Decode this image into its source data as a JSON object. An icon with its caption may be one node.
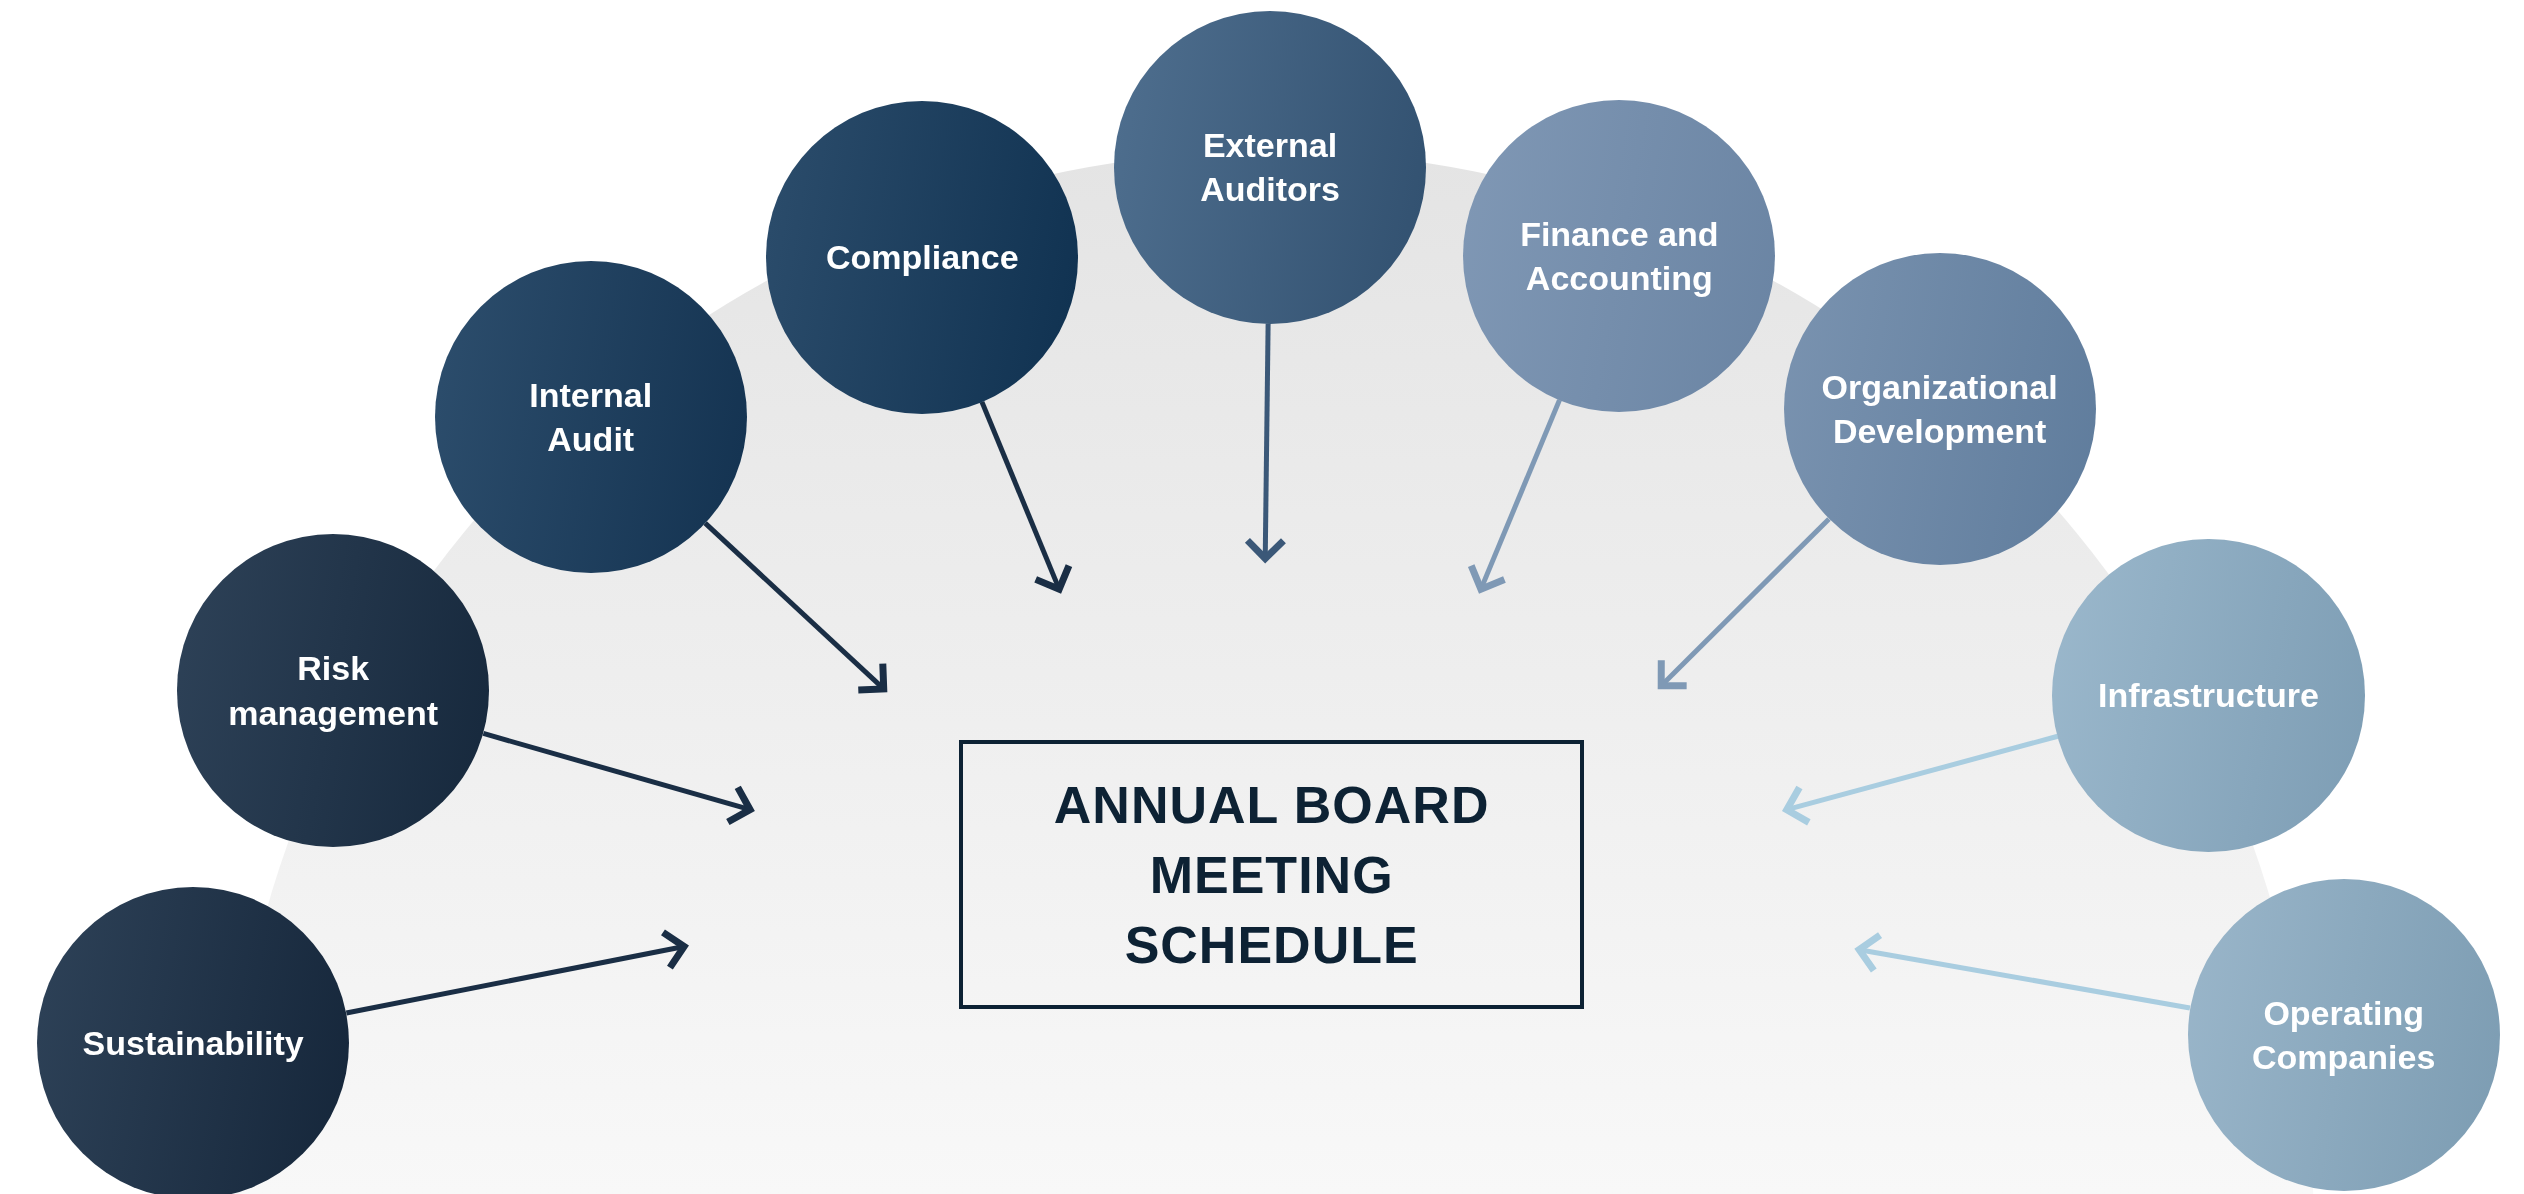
{
  "diagram": {
    "nodes": [
      {
        "text": [
          "Sustainability"
        ]
      },
      {
        "text": [
          "Risk management"
        ]
      },
      {
        "text": [
          "Internal Audit"
        ]
      },
      {
        "text": [
          "Compliance"
        ]
      },
      {
        "text": [
          "External Auditors"
        ]
      },
      {
        "text": [
          "Finance and Accounting"
        ]
      },
      {
        "text": [
          "Organizational Development"
        ]
      },
      {
        "text": [
          "Infrastructure"
        ]
      },
      {
        "text": [
          "Operating Companies"
        ]
      },
      {
        "text": [
          "ANNUAL BOARD MEETING SCHEDULE"
        ]
      }
    ],
    "edges": [
      {
        "from": 0,
        "to": null,
        "arrow": "to"
      },
      {
        "from": 1,
        "to": null,
        "arrow": "to"
      },
      {
        "from": 2,
        "to": null,
        "arrow": "to"
      },
      {
        "from": 3,
        "to": null,
        "arrow": "to"
      },
      {
        "from": 4,
        "to": null,
        "arrow": "to",
        "color": "#3b5878"
      },
      {
        "from": 5,
        "to": null,
        "arrow": "to",
        "color": "#7f99b5"
      },
      {
        "from": 6,
        "to": null,
        "arrow": "to",
        "color": "#7f99b5"
      },
      {
        "from": 7,
        "to": null,
        "arrow": "to",
        "color": "#a9cde0"
      },
      {
        "from": 8,
        "to": null,
        "arrow": "to",
        "color": "#a9cde0"
      }
    ]
  }
}
